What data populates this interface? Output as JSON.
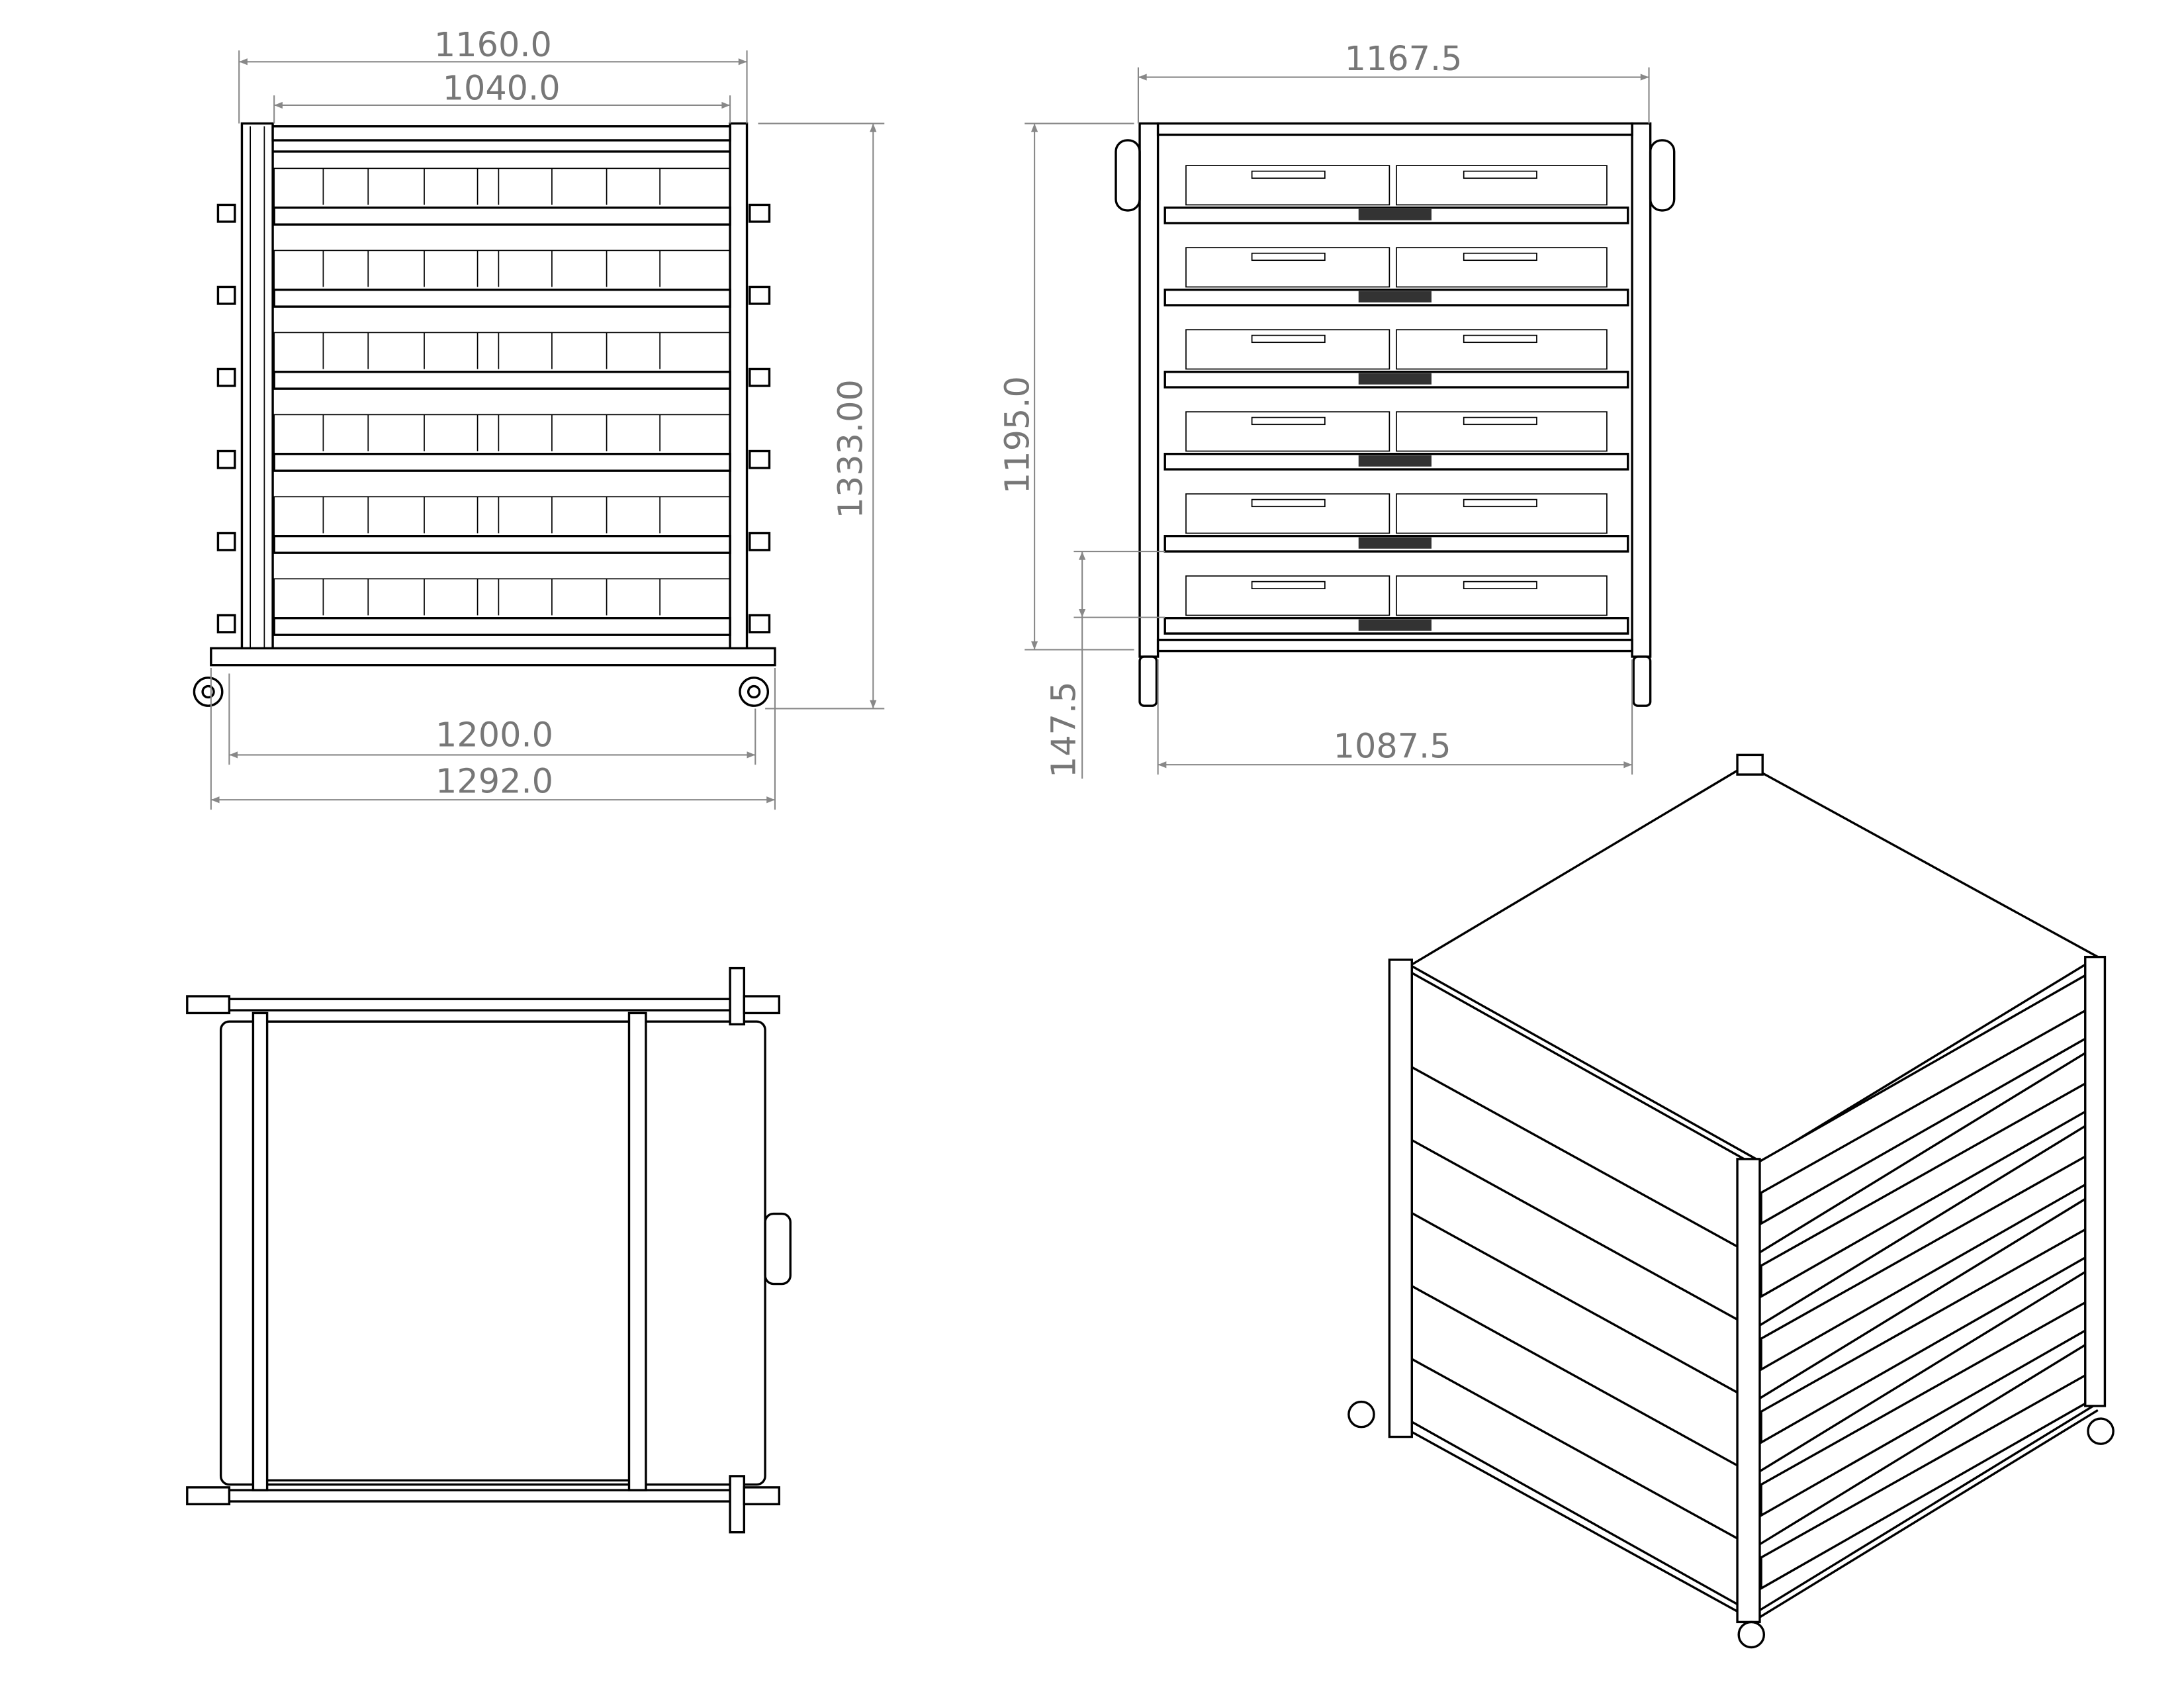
{
  "drawing": {
    "front_view": {
      "dimensions": {
        "overall_top_width": "1160.0",
        "inner_width": "1040.0",
        "overall_height": "1333.00",
        "base_width": "1200.0",
        "overall_width": "1292.0"
      },
      "shelf_count": 6
    },
    "side_view": {
      "dimensions": {
        "overall_width": "1167.5",
        "frame_height": "1195.0",
        "shelf_pitch": "147.5",
        "inner_width": "1087.5"
      },
      "shelf_count": 6
    },
    "top_view": {},
    "isometric_view": {}
  },
  "colors": {
    "line": "#000000",
    "dimension": "#777777"
  }
}
